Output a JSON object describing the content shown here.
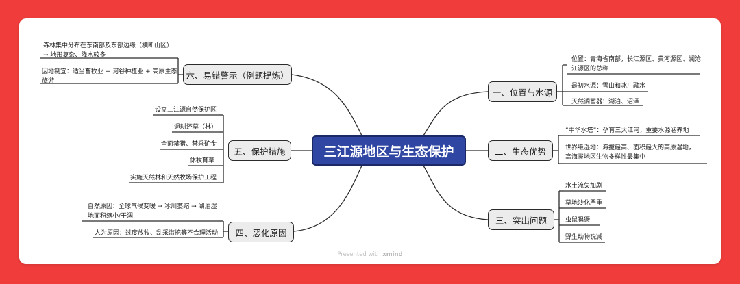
{
  "central": "三江源地区与生态保护",
  "branches": [
    {
      "label": "一、位置与水源",
      "items": [
        "位置：青海省南部，长江源区、黄河源区、澜沧",
        "江源区的总称",
        "最初水源：雪山和冰川融水",
        "天然调蓄器：湖泊、沼泽"
      ]
    },
    {
      "label": "二、生态优势",
      "items": [
        "“中华水塔”：孕育三大江河，重要水源涵养地",
        "世界级湿地：海拔最高、面积最大的高原湿地，",
        "高海拔地区生物多样性最集中"
      ]
    },
    {
      "label": "三、突出问题",
      "items": [
        "水土流失加剧",
        "草地沙化严重",
        "虫鼠猖獗",
        "野生动物锐减"
      ]
    },
    {
      "label": "四、恶化原因",
      "items": [
        "自然原因：全球气候变暖 → 冰川萎缩 → 湖泊湿",
        "地面积缩小/干涸",
        "人为原因：过度放牧、乱采滥挖等不合理活动"
      ]
    },
    {
      "label": "五、保护措施",
      "items": [
        "设立三江源自然保护区",
        "退耕还草（林）",
        "全面禁猎、禁采矿金",
        "休牧育草",
        "实施天然林和天然牧场保护工程"
      ]
    },
    {
      "label": "六、易错警示（例题提炼）",
      "items": [
        "森林集中分布在东南部及东部边缘（横断山区）",
        "→ 地形复杂、降水较多",
        "因地制宜：适当畜牧业 + 河谷种植业 + 高原生态",
        "旅游"
      ]
    }
  ],
  "footer": {
    "prefix": "Presented with",
    "brand": "xmind"
  },
  "colors": {
    "background": "#f03d3b",
    "central": "#2f46a3",
    "branch": "#ececec",
    "line": "#2b2b2b"
  }
}
